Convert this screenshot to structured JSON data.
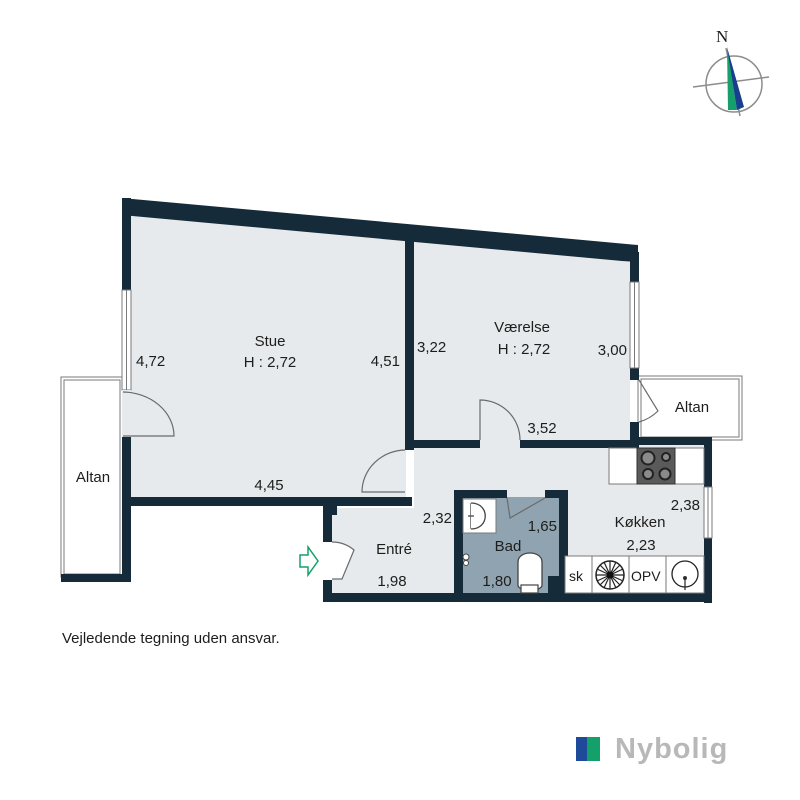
{
  "compass": {
    "north_label": "N",
    "icon": "north-arrow-icon",
    "colors": {
      "left": "#15a06b",
      "right": "#173f8c"
    }
  },
  "rooms": {
    "stue": {
      "name": "Stue",
      "height": "H : 2,72",
      "dim_left": "4,72",
      "dim_right": "4,51",
      "dim_bottom": "4,45"
    },
    "vaerelse": {
      "name": "Værelse",
      "height": "H : 2,72",
      "dim_left": "3,22",
      "dim_right": "3,00",
      "dim_bottom": "3,52"
    },
    "altan_west": {
      "name": "Altan"
    },
    "altan_east": {
      "name": "Altan"
    },
    "entre": {
      "name": "Entré",
      "dim_top": "2,32",
      "dim_bottom": "1,98"
    },
    "bad": {
      "name": "Bad",
      "dim_top": "1,65",
      "dim_bottom": "1,80"
    },
    "kokken": {
      "name": "Køkken",
      "dim_top": "2,38",
      "dim_bottom": "2,23"
    }
  },
  "fixtures": {
    "sk_label": "sk",
    "opv_label": "OPV"
  },
  "entrance_icon": "entrance-arrow-icon",
  "disclaimer": "Vejledende tegning uden ansvar.",
  "logo": {
    "brand": "Nybolig",
    "colors": {
      "blue": "#1f4a9a",
      "green": "#14a06a",
      "text": "#b8b8b8"
    }
  },
  "colors": {
    "wall": "#152b3a",
    "floor": "#e6eaed",
    "bath_floor": "#8fa3b1",
    "line": "#6b6b6b"
  }
}
